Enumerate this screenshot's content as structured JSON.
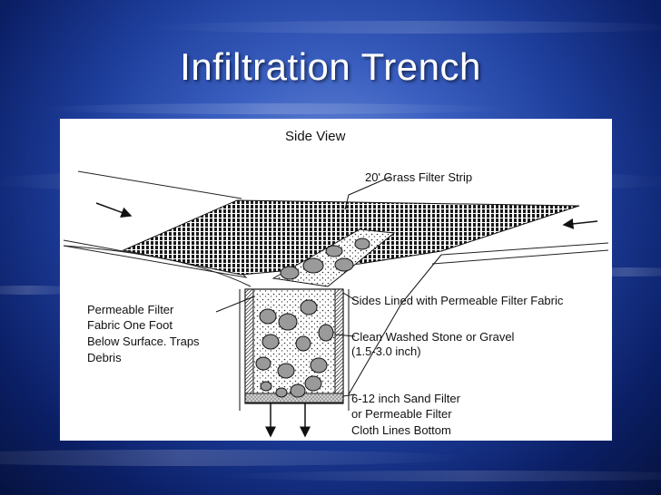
{
  "slide": {
    "title": "Infiltration Trench"
  },
  "diagram": {
    "heading": "Side View",
    "labels": {
      "grass_strip": "20' Grass Filter Strip",
      "sides_lined": "Sides Lined with Permeable Filter Fabric",
      "stone_line1": "Clean Washed Stone or Gravel",
      "stone_line2": "(1.5-3.0 inch)",
      "sand_line1": "6-12 inch Sand Filter",
      "sand_line2": "or Permeable Filter",
      "sand_line3": "Cloth Lines Bottom",
      "fabric_line1": "Permeable Filter",
      "fabric_line2": "Fabric One Foot",
      "fabric_line3": "Below Surface. Traps",
      "fabric_line4": "Debris"
    }
  },
  "colors": {
    "background_center": "#6f8fd8",
    "background_edge": "#06123f",
    "title_text": "#ffffff",
    "figure_bg": "#ffffff"
  }
}
